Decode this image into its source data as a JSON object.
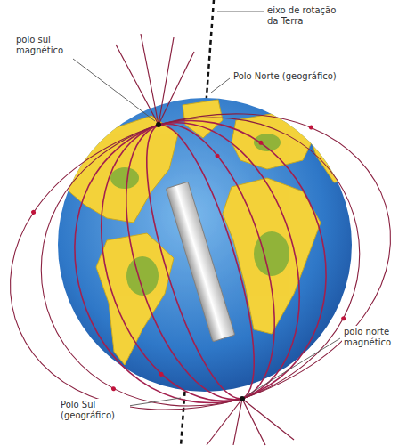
{
  "diagram": {
    "labels": [
      "eixo de rotação da Terra",
      "polo sul magnético",
      "Polo Norte (geográfico)",
      "polo norte magnético",
      "Polo Sul (geográfico)"
    ]
  }
}
